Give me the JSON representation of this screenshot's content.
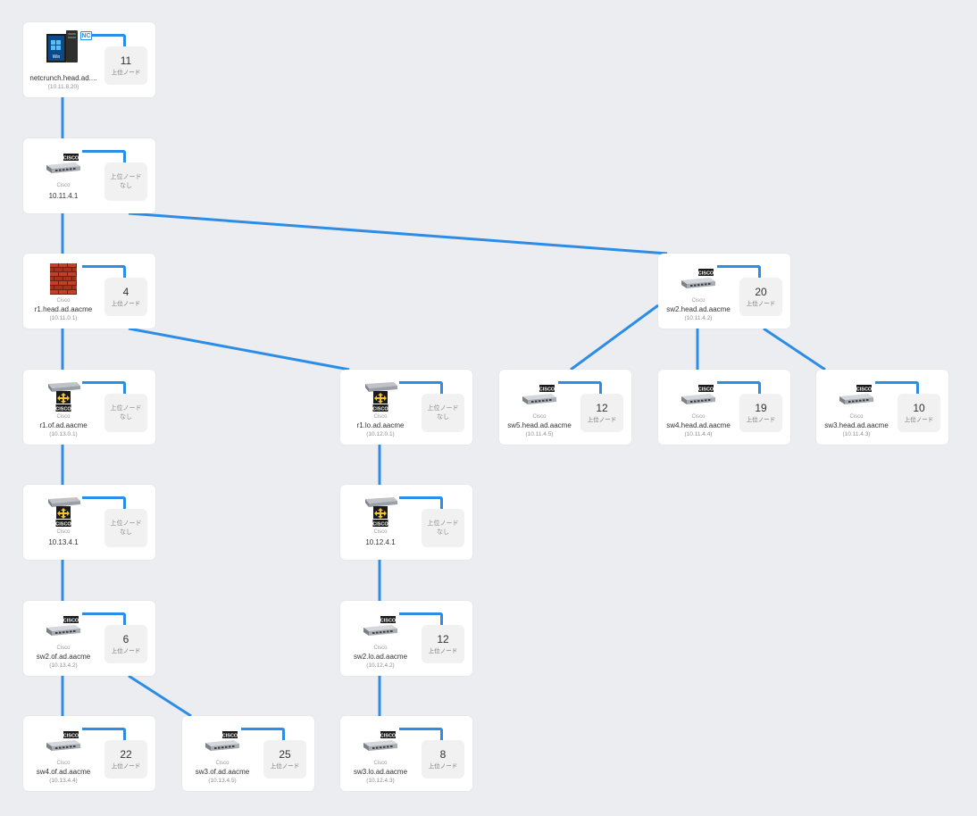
{
  "colors": {
    "link": "#2b8de6",
    "background": "#ecedf0",
    "card": "#ffffff"
  },
  "nodes": [
    {
      "id": "n1",
      "icon": "windows-server-icon",
      "badge": "NC",
      "vendor": "",
      "name": "netcrunch.head.ad....",
      "ip": "(10.11.8.20)",
      "count": "11",
      "count_label": "上位ノード"
    },
    {
      "id": "n2",
      "icon": "cisco-switch-icon",
      "vendor": "Cisco",
      "name": "10.11.4.1",
      "ip": "",
      "count": "",
      "count_label": "上位ノードなし"
    },
    {
      "id": "n3",
      "icon": "firewall-icon",
      "vendor": "Cisco",
      "name": "r1.head.ad.aacme",
      "ip": "(10.11.0.1)",
      "count": "4",
      "count_label": "上位ノード"
    },
    {
      "id": "n4",
      "icon": "cisco-router-icon",
      "vendor": "Cisco",
      "name": "r1.of.ad.aacme",
      "ip": "(10.13.0.1)",
      "count": "",
      "count_label": "上位ノードなし"
    },
    {
      "id": "n5",
      "icon": "cisco-router-icon",
      "vendor": "Cisco",
      "name": "10.13.4.1",
      "ip": "",
      "count": "",
      "count_label": "上位ノードなし"
    },
    {
      "id": "n6",
      "icon": "cisco-switch-icon",
      "vendor": "Cisco",
      "name": "sw2.of.ad.aacme",
      "ip": "(10.13.4.2)",
      "count": "6",
      "count_label": "上位ノード"
    },
    {
      "id": "n7",
      "icon": "cisco-switch-icon",
      "vendor": "Cisco",
      "name": "sw4.of.ad.aacme",
      "ip": "(10.13.4.4)",
      "count": "22",
      "count_label": "上位ノード"
    },
    {
      "id": "n8",
      "icon": "cisco-switch-icon",
      "vendor": "Cisco",
      "name": "sw3.of.ad.aacme",
      "ip": "(10.13.4.5)",
      "count": "25",
      "count_label": "上位ノード"
    },
    {
      "id": "n9",
      "icon": "cisco-router-icon",
      "vendor": "Cisco",
      "name": "r1.lo.ad.aacme",
      "ip": "(10.12.0.1)",
      "count": "",
      "count_label": "上位ノードなし"
    },
    {
      "id": "n10",
      "icon": "cisco-router-icon",
      "vendor": "Cisco",
      "name": "10.12.4.1",
      "ip": "",
      "count": "",
      "count_label": "上位ノードなし"
    },
    {
      "id": "n11",
      "icon": "cisco-switch-icon",
      "vendor": "Cisco",
      "name": "sw2.lo.ad.aacme",
      "ip": "(10.12.4.2)",
      "count": "12",
      "count_label": "上位ノード"
    },
    {
      "id": "n12",
      "icon": "cisco-switch-icon",
      "vendor": "Cisco",
      "name": "sw3.lo.ad.aacme",
      "ip": "(10.12.4.3)",
      "count": "8",
      "count_label": "上位ノード"
    },
    {
      "id": "n13",
      "icon": "cisco-switch-icon",
      "vendor": "Cisco",
      "name": "sw2.head.ad.aacme",
      "ip": "(10.11.4.2)",
      "count": "20",
      "count_label": "上位ノード"
    },
    {
      "id": "n14",
      "icon": "cisco-switch-icon",
      "vendor": "Cisco",
      "name": "sw5.head.ad.aacme",
      "ip": "(10.11.4.5)",
      "count": "12",
      "count_label": "上位ノード"
    },
    {
      "id": "n15",
      "icon": "cisco-switch-icon",
      "vendor": "Cisco",
      "name": "sw4.head.ad.aacme",
      "ip": "(10.11.4.4)",
      "count": "19",
      "count_label": "上位ノード"
    },
    {
      "id": "n16",
      "icon": "cisco-switch-icon",
      "vendor": "Cisco",
      "name": "sw3.head.ad.aacme",
      "ip": "(10.11.4.3)",
      "count": "10",
      "count_label": "上位ノード"
    }
  ],
  "links": [
    [
      "n1",
      "n2"
    ],
    [
      "n2",
      "n3"
    ],
    [
      "n2",
      "n13"
    ],
    [
      "n3",
      "n4"
    ],
    [
      "n3",
      "n9"
    ],
    [
      "n4",
      "n5"
    ],
    [
      "n5",
      "n6"
    ],
    [
      "n6",
      "n7"
    ],
    [
      "n6",
      "n8"
    ],
    [
      "n9",
      "n10"
    ],
    [
      "n10",
      "n11"
    ],
    [
      "n11",
      "n12"
    ],
    [
      "n13",
      "n14"
    ],
    [
      "n13",
      "n15"
    ],
    [
      "n13",
      "n16"
    ]
  ]
}
